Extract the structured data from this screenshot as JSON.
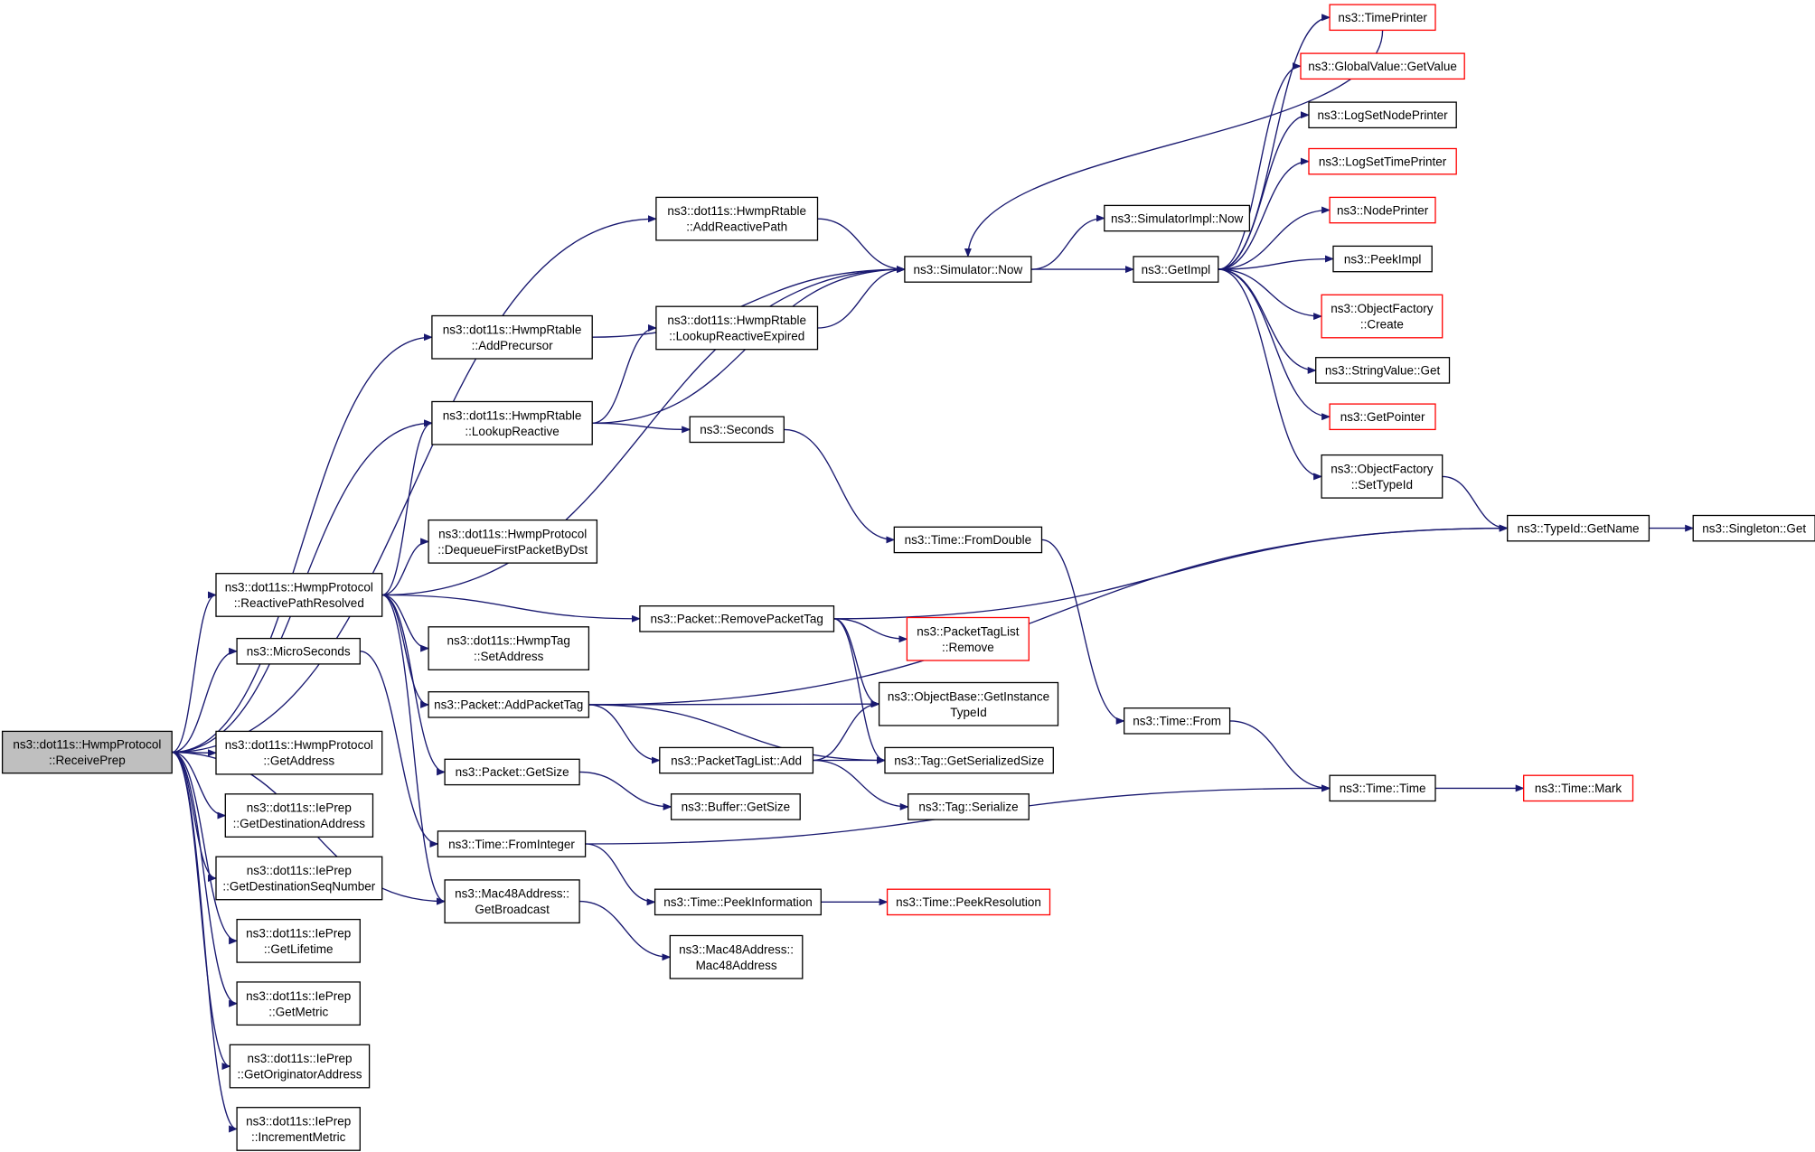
{
  "colors": {
    "edge": "#191970",
    "normal_border": "#000000",
    "undocumented_border": "#ff0000",
    "root_fill": "#bfbfbf",
    "node_fill": "#ffffff"
  },
  "nodes": [
    {
      "id": "root",
      "lines": [
        "ns3::dot11s::HwmpProtocol",
        "::ReceivePrep"
      ],
      "style": "root"
    },
    {
      "id": "hp_getaddr",
      "lines": [
        "ns3::dot11s::HwmpProtocol",
        "::GetAddress"
      ],
      "style": "normal"
    },
    {
      "id": "ie_dest",
      "lines": [
        "ns3::dot11s::IePrep",
        "::GetDestinationAddress"
      ],
      "style": "normal"
    },
    {
      "id": "ie_seq",
      "lines": [
        "ns3::dot11s::IePrep",
        "::GetDestinationSeqNumber"
      ],
      "style": "normal"
    },
    {
      "id": "ie_life",
      "lines": [
        "ns3::dot11s::IePrep",
        "::GetLifetime"
      ],
      "style": "normal"
    },
    {
      "id": "ie_metric",
      "lines": [
        "ns3::dot11s::IePrep",
        "::GetMetric"
      ],
      "style": "normal"
    },
    {
      "id": "ie_orig",
      "lines": [
        "ns3::dot11s::IePrep",
        "::GetOriginatorAddress"
      ],
      "style": "normal"
    },
    {
      "id": "ie_inc",
      "lines": [
        "ns3::dot11s::IePrep",
        "::IncrementMetric"
      ],
      "style": "normal"
    },
    {
      "id": "rt_addreactive",
      "lines": [
        "ns3::dot11s::HwmpRtable",
        "::AddReactivePath"
      ],
      "style": "normal"
    },
    {
      "id": "rt_addprec",
      "lines": [
        "ns3::dot11s::HwmpRtable",
        "::AddPrecursor"
      ],
      "style": "normal"
    },
    {
      "id": "rt_lookup",
      "lines": [
        "ns3::dot11s::HwmpRtable",
        "::LookupReactive"
      ],
      "style": "normal"
    },
    {
      "id": "rt_lookupexp",
      "lines": [
        "ns3::dot11s::HwmpRtable",
        "::LookupReactiveExpired"
      ],
      "style": "normal"
    },
    {
      "id": "hp_resolved",
      "lines": [
        "ns3::dot11s::HwmpProtocol",
        "::ReactivePathResolved"
      ],
      "style": "normal"
    },
    {
      "id": "hp_dequeue",
      "lines": [
        "ns3::dot11s::HwmpProtocol",
        "::DequeueFirstPacketByDst"
      ],
      "style": "normal"
    },
    {
      "id": "micro",
      "lines": [
        "ns3::MicroSeconds"
      ],
      "style": "normal"
    },
    {
      "id": "tag_setaddr",
      "lines": [
        "ns3::dot11s::HwmpTag",
        "::SetAddress"
      ],
      "style": "normal"
    },
    {
      "id": "pkt_addtag",
      "lines": [
        "ns3::Packet::AddPacketTag"
      ],
      "style": "normal"
    },
    {
      "id": "pkt_getsize",
      "lines": [
        "ns3::Packet::GetSize"
      ],
      "style": "normal"
    },
    {
      "id": "time_fromint",
      "lines": [
        "ns3::Time::FromInteger"
      ],
      "style": "normal"
    },
    {
      "id": "mac_bcast",
      "lines": [
        "ns3::Mac48Address::",
        "GetBroadcast"
      ],
      "style": "normal"
    },
    {
      "id": "sim_now",
      "lines": [
        "ns3::Simulator::Now"
      ],
      "style": "normal"
    },
    {
      "id": "seconds",
      "lines": [
        "ns3::Seconds"
      ],
      "style": "normal"
    },
    {
      "id": "pkt_removetag",
      "lines": [
        "ns3::Packet::RemovePacketTag"
      ],
      "style": "normal"
    },
    {
      "id": "ptl_add",
      "lines": [
        "ns3::PacketTagList::Add"
      ],
      "style": "normal"
    },
    {
      "id": "buf_getsize",
      "lines": [
        "ns3::Buffer::GetSize"
      ],
      "style": "normal"
    },
    {
      "id": "time_peekinfo",
      "lines": [
        "ns3::Time::PeekInformation"
      ],
      "style": "normal"
    },
    {
      "id": "mac_ctor",
      "lines": [
        "ns3::Mac48Address::",
        "Mac48Address"
      ],
      "style": "normal"
    },
    {
      "id": "time_fromdouble",
      "lines": [
        "ns3::Time::FromDouble"
      ],
      "style": "normal"
    },
    {
      "id": "ptl_remove",
      "lines": [
        "ns3::PacketTagList",
        "::Remove"
      ],
      "style": "red"
    },
    {
      "id": "ob_getinst",
      "lines": [
        "ns3::ObjectBase::GetInstance",
        "TypeId"
      ],
      "style": "normal"
    },
    {
      "id": "tag_getser",
      "lines": [
        "ns3::Tag::GetSerializedSize"
      ],
      "style": "normal"
    },
    {
      "id": "tag_ser",
      "lines": [
        "ns3::Tag::Serialize"
      ],
      "style": "normal"
    },
    {
      "id": "time_peekres",
      "lines": [
        "ns3::Time::PeekResolution"
      ],
      "style": "red"
    },
    {
      "id": "simimpl_now",
      "lines": [
        "ns3::SimulatorImpl::Now"
      ],
      "style": "normal"
    },
    {
      "id": "getimpl",
      "lines": [
        "ns3::GetImpl"
      ],
      "style": "normal"
    },
    {
      "id": "time_from",
      "lines": [
        "ns3::Time::From"
      ],
      "style": "normal"
    },
    {
      "id": "time_time",
      "lines": [
        "ns3::Time::Time"
      ],
      "style": "normal"
    },
    {
      "id": "timeprinter",
      "lines": [
        "ns3::TimePrinter"
      ],
      "style": "red"
    },
    {
      "id": "gv_getvalue",
      "lines": [
        "ns3::GlobalValue::GetValue"
      ],
      "style": "red"
    },
    {
      "id": "log_node",
      "lines": [
        "ns3::LogSetNodePrinter"
      ],
      "style": "normal"
    },
    {
      "id": "log_time",
      "lines": [
        "ns3::LogSetTimePrinter"
      ],
      "style": "red"
    },
    {
      "id": "nodeprinter",
      "lines": [
        "ns3::NodePrinter"
      ],
      "style": "red"
    },
    {
      "id": "peekimpl",
      "lines": [
        "ns3::PeekImpl"
      ],
      "style": "normal"
    },
    {
      "id": "of_create",
      "lines": [
        "ns3::ObjectFactory",
        "::Create"
      ],
      "style": "red"
    },
    {
      "id": "sv_get",
      "lines": [
        "ns3::StringValue::Get"
      ],
      "style": "normal"
    },
    {
      "id": "getpointer",
      "lines": [
        "ns3::GetPointer"
      ],
      "style": "red"
    },
    {
      "id": "of_settypeid",
      "lines": [
        "ns3::ObjectFactory",
        "::SetTypeId"
      ],
      "style": "normal"
    },
    {
      "id": "typeid_getname",
      "lines": [
        "ns3::TypeId::GetName"
      ],
      "style": "normal"
    },
    {
      "id": "singleton_get",
      "lines": [
        "ns3::Singleton::Get"
      ],
      "style": "normal"
    },
    {
      "id": "time_mark",
      "lines": [
        "ns3::Time::Mark"
      ],
      "style": "red"
    }
  ],
  "edges": [
    [
      "root",
      "hp_getaddr"
    ],
    [
      "root",
      "ie_dest"
    ],
    [
      "root",
      "ie_seq"
    ],
    [
      "root",
      "ie_life"
    ],
    [
      "root",
      "ie_metric"
    ],
    [
      "root",
      "ie_orig"
    ],
    [
      "root",
      "ie_inc"
    ],
    [
      "root",
      "rt_addreactive"
    ],
    [
      "root",
      "rt_addprec"
    ],
    [
      "root",
      "rt_lookup"
    ],
    [
      "root",
      "hp_resolved"
    ],
    [
      "root",
      "micro"
    ],
    [
      "root",
      "mac_bcast"
    ],
    [
      "rt_addreactive",
      "sim_now"
    ],
    [
      "rt_addprec",
      "sim_now"
    ],
    [
      "rt_lookup",
      "sim_now"
    ],
    [
      "rt_lookup",
      "rt_lookupexp"
    ],
    [
      "rt_lookup",
      "seconds"
    ],
    [
      "rt_lookupexp",
      "sim_now"
    ],
    [
      "hp_resolved",
      "rt_lookup"
    ],
    [
      "hp_resolved",
      "sim_now"
    ],
    [
      "hp_resolved",
      "hp_dequeue"
    ],
    [
      "hp_resolved",
      "tag_setaddr"
    ],
    [
      "hp_resolved",
      "pkt_addtag"
    ],
    [
      "hp_resolved",
      "pkt_getsize"
    ],
    [
      "hp_resolved",
      "mac_bcast"
    ],
    [
      "hp_resolved",
      "pkt_removetag"
    ],
    [
      "micro",
      "time_fromint"
    ],
    [
      "pkt_addtag",
      "typeid_getname"
    ],
    [
      "pkt_addtag",
      "ob_getinst"
    ],
    [
      "pkt_addtag",
      "tag_getser"
    ],
    [
      "pkt_addtag",
      "ptl_add"
    ],
    [
      "pkt_getsize",
      "buf_getsize"
    ],
    [
      "time_fromint",
      "time_peekinfo"
    ],
    [
      "time_fromint",
      "time_time"
    ],
    [
      "mac_bcast",
      "mac_ctor"
    ],
    [
      "seconds",
      "time_fromdouble"
    ],
    [
      "pkt_removetag",
      "typeid_getname"
    ],
    [
      "pkt_removetag",
      "ptl_remove"
    ],
    [
      "pkt_removetag",
      "ob_getinst"
    ],
    [
      "pkt_removetag",
      "tag_getser"
    ],
    [
      "ptl_add",
      "ob_getinst"
    ],
    [
      "ptl_add",
      "tag_getser"
    ],
    [
      "ptl_add",
      "tag_ser"
    ],
    [
      "time_peekinfo",
      "time_peekres"
    ],
    [
      "time_fromdouble",
      "time_from"
    ],
    [
      "time_from",
      "time_time"
    ],
    [
      "time_time",
      "time_mark"
    ],
    [
      "sim_now",
      "simimpl_now"
    ],
    [
      "sim_now",
      "getimpl"
    ],
    [
      "getimpl",
      "timeprinter"
    ],
    [
      "getimpl",
      "gv_getvalue"
    ],
    [
      "getimpl",
      "log_node"
    ],
    [
      "getimpl",
      "log_time"
    ],
    [
      "getimpl",
      "nodeprinter"
    ],
    [
      "getimpl",
      "peekimpl"
    ],
    [
      "getimpl",
      "of_create"
    ],
    [
      "getimpl",
      "sv_get"
    ],
    [
      "getimpl",
      "getpointer"
    ],
    [
      "getimpl",
      "of_settypeid"
    ],
    [
      "timeprinter",
      "sim_now"
    ],
    [
      "of_settypeid",
      "typeid_getname"
    ],
    [
      "typeid_getname",
      "singleton_get"
    ]
  ]
}
